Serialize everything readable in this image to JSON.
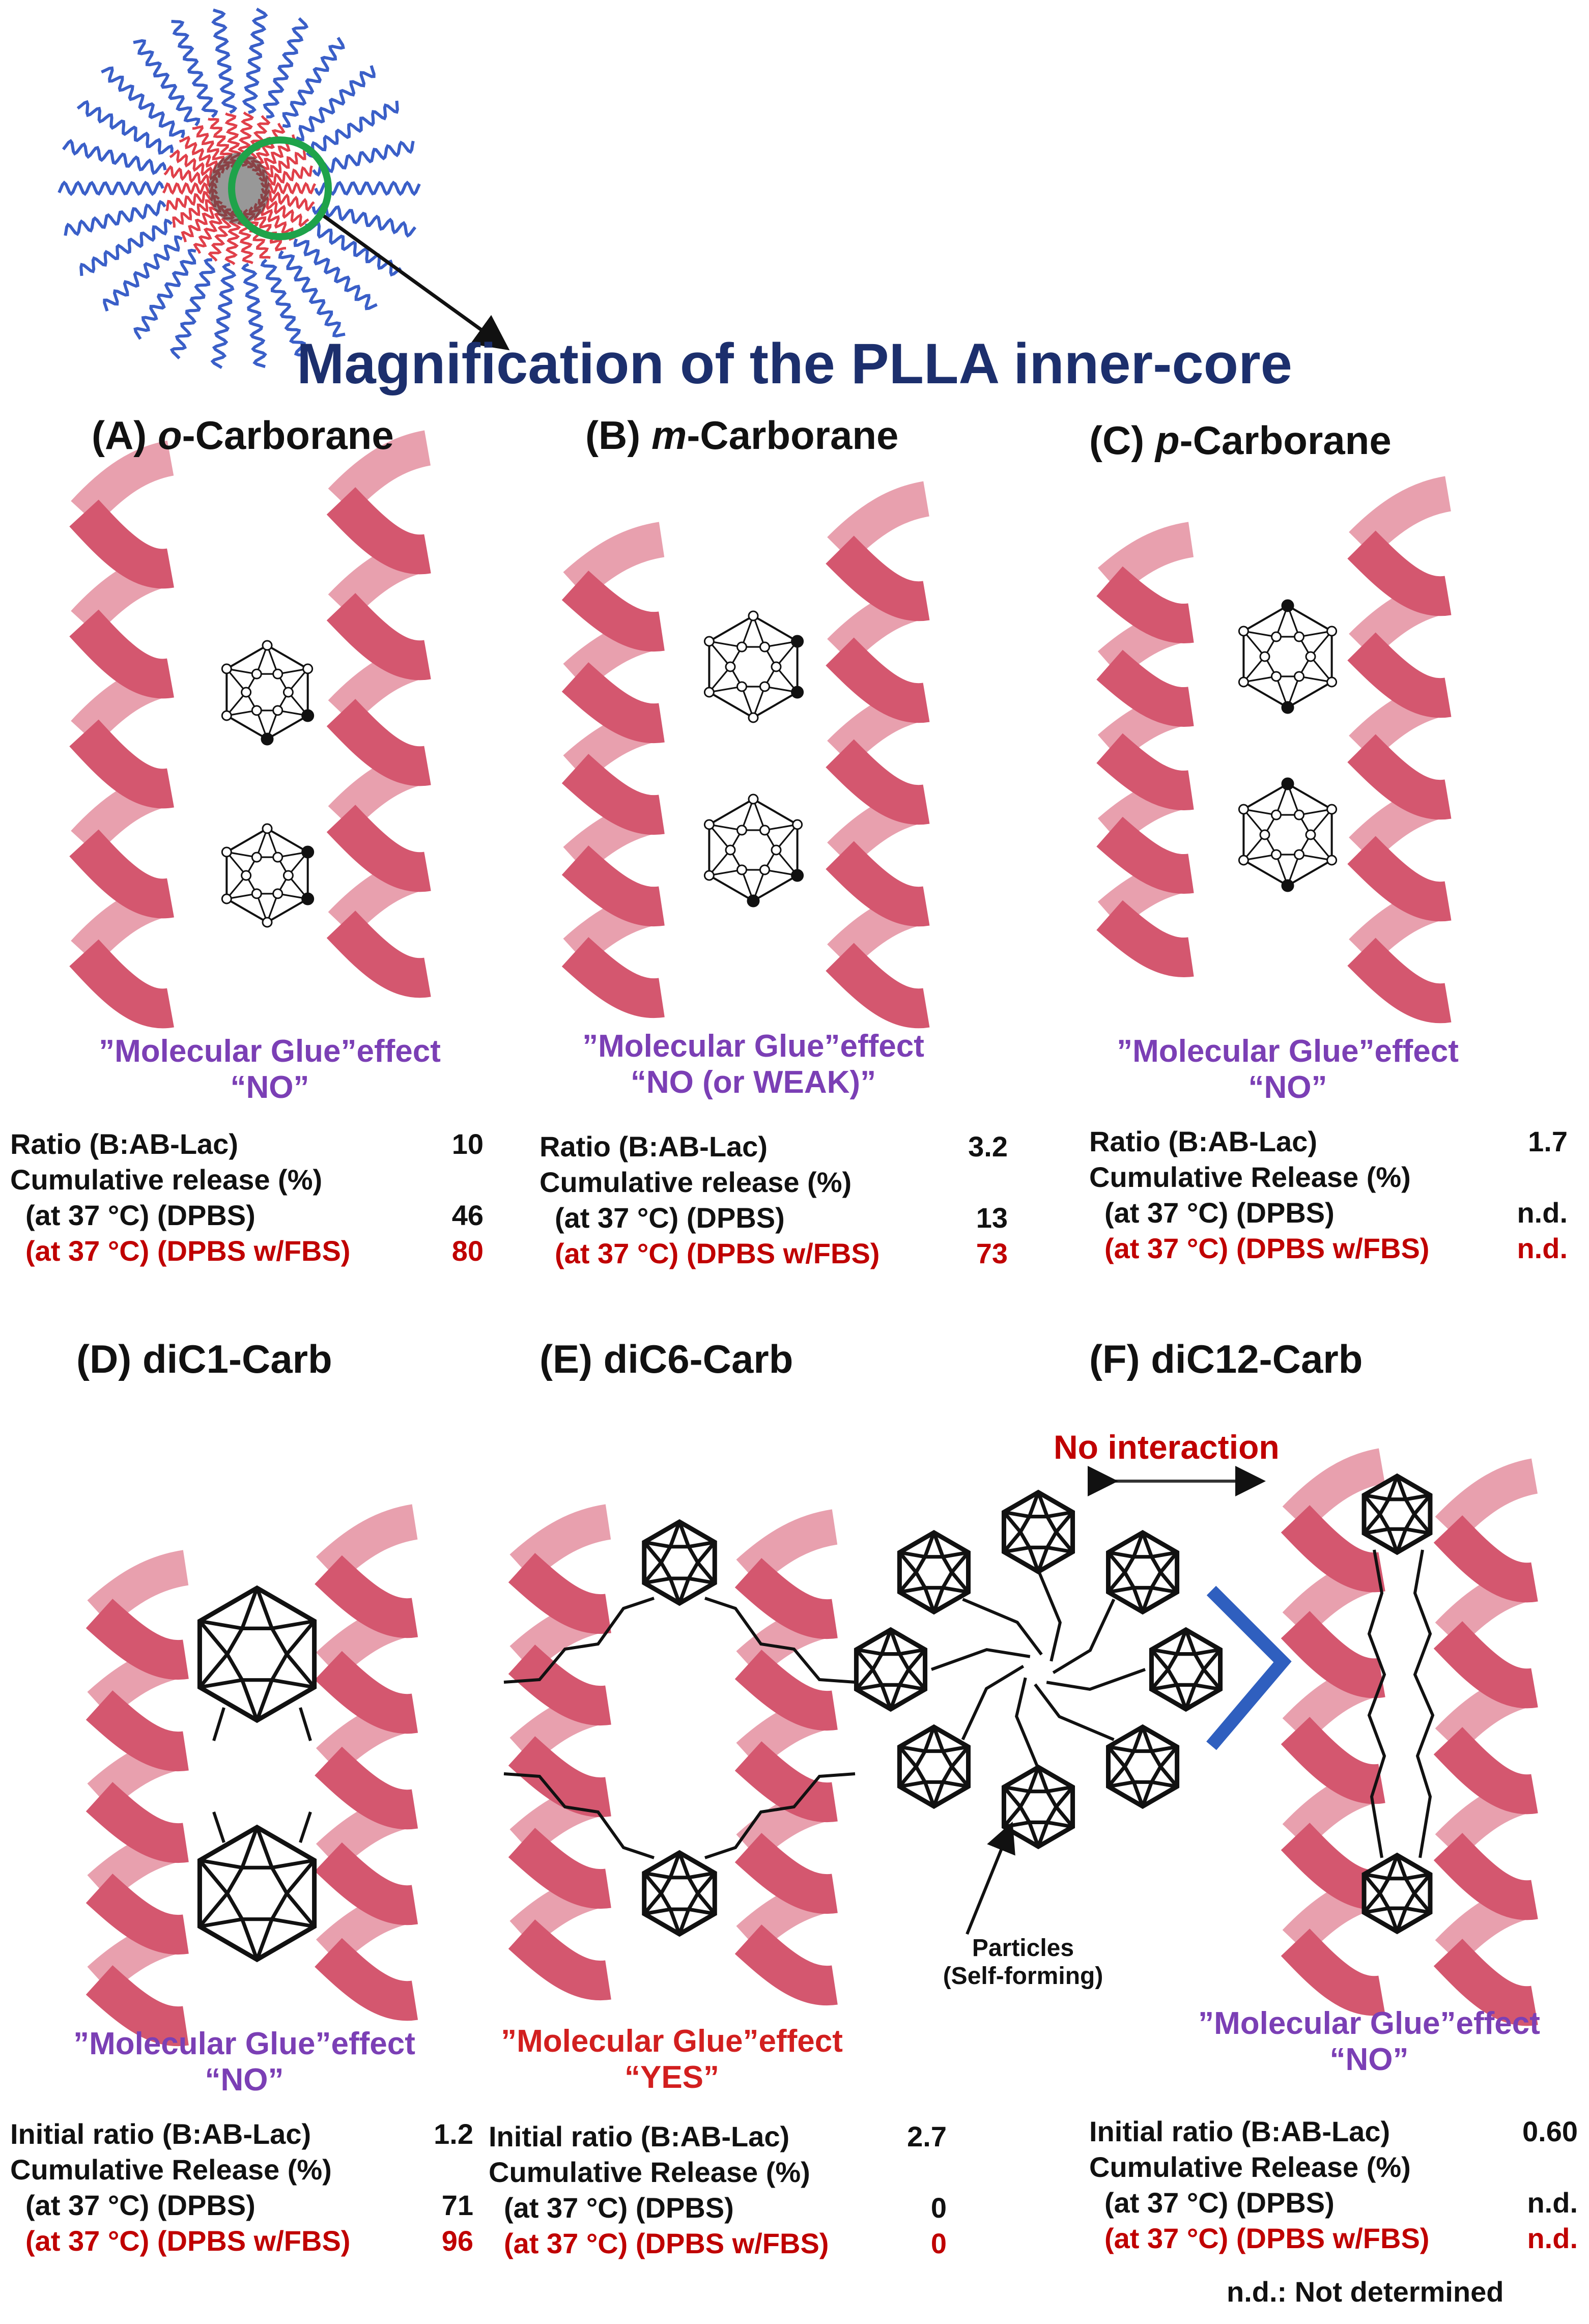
{
  "heading": "Magnification of the PLLA inner-core",
  "panels": {
    "A": {
      "prefix": "(A) ",
      "italic": "o",
      "suffix": "-Carborane",
      "effect_line1": "”Molecular Glue”effect",
      "effect_line2": "“NO”",
      "ratio_label": "Ratio (B:AB-Lac)",
      "ratio_value": "10",
      "release_label": "Cumulative release (%)",
      "dpbs_label": "(at 37 °C) (DPBS)",
      "dpbs_value": "46",
      "fbs_label": "(at 37 °C) (DPBS w/FBS)",
      "fbs_value": "80"
    },
    "B": {
      "prefix": "(B) ",
      "italic": "m",
      "suffix": "-Carborane",
      "effect_line1": "”Molecular Glue”effect",
      "effect_line2": "“NO (or WEAK)”",
      "ratio_label": "Ratio (B:AB-Lac)",
      "ratio_value": "3.2",
      "release_label": "Cumulative release (%)",
      "dpbs_label": "(at 37 °C) (DPBS)",
      "dpbs_value": "13",
      "fbs_label": "(at 37 °C) (DPBS w/FBS)",
      "fbs_value": "73"
    },
    "C": {
      "prefix": "(C) ",
      "italic": "p",
      "suffix": "-Carborane",
      "effect_line1": "”Molecular Glue”effect",
      "effect_line2": "“NO”",
      "ratio_label": "Ratio (B:AB-Lac)",
      "ratio_value": "1.7",
      "release_label": "Cumulative Release (%)",
      "dpbs_label": "(at 37 °C) (DPBS)",
      "dpbs_value": "n.d.",
      "fbs_label": "(at 37 °C) (DPBS w/FBS)",
      "fbs_value": "n.d."
    },
    "D": {
      "title": "(D) diC1-Carb",
      "effect_line1": "”Molecular Glue”effect",
      "effect_line2": "“NO”",
      "ratio_label": "Initial ratio (B:AB-Lac)",
      "ratio_value": "1.2",
      "release_label": "Cumulative Release (%)",
      "dpbs_label": "(at 37 °C)  (DPBS)",
      "dpbs_value": "71",
      "fbs_label": "(at 37 °C) (DPBS w/FBS)",
      "fbs_value": "96"
    },
    "E": {
      "title": "(E) diC6-Carb",
      "effect_line1": "”Molecular Glue”effect",
      "effect_line2": "“YES”",
      "ratio_label": "Initial ratio (B:AB-Lac)",
      "ratio_value": "2.7",
      "release_label": "Cumulative Release (%)",
      "dpbs_label": "(at 37 °C) (DPBS)",
      "dpbs_value": "0",
      "fbs_label": "(at 37 °C) (DPBS w/FBS)",
      "fbs_value": "0"
    },
    "F": {
      "title": "(F) diC12-Carb",
      "effect_line1": "”Molecular Glue”effect",
      "effect_line2": "“NO”",
      "ratio_label": "Initial ratio (B:AB-Lac)",
      "ratio_value": "0.60",
      "release_label": "Cumulative Release (%)",
      "dpbs_label": "(at 37 °C) (DPBS)",
      "dpbs_value": "n.d.",
      "fbs_label": "(at 37 °C) (DPBS w/FBS)",
      "fbs_value": "n.d."
    }
  },
  "no_interaction": "No interaction",
  "particles_line1": "Particles",
  "particles_line2": "(Self-forming)",
  "footnote": "n.d.: Not determined",
  "colors": {
    "helix": "#d4576f",
    "helix_light": "#e8a0ae",
    "heading": "#1c2f6d",
    "effect": "#7b3fb5",
    "red": "#c00000",
    "corona": "#3a5fc8",
    "core_chain": "#e0404a",
    "ring": "#1fa34a",
    "bracket": "#2f5fbf"
  }
}
